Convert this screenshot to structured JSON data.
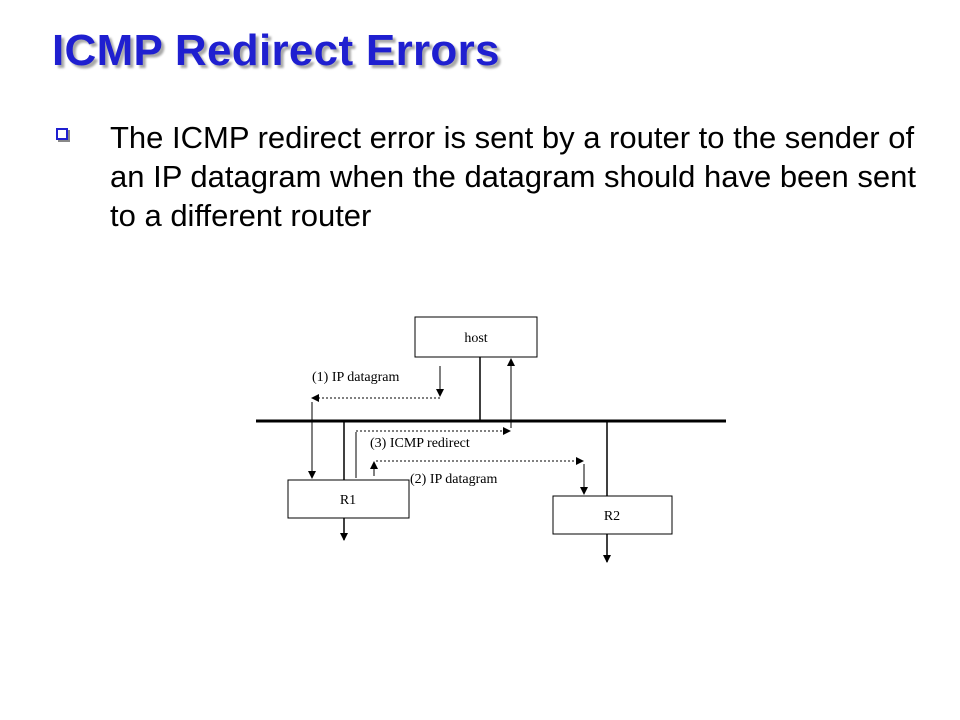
{
  "slide": {
    "title": "ICMP Redirect Errors",
    "bullet": "The ICMP redirect error is sent by a router to the sender of an IP datagram when the datagram should have been sent to a different router"
  },
  "diagram": {
    "host_label": "host",
    "r1_label": "R1",
    "r2_label": "R2",
    "step1_label": "(1) IP datagram",
    "step2_label": "(2) IP datagram",
    "step3_label": "(3) ICMP redirect"
  }
}
